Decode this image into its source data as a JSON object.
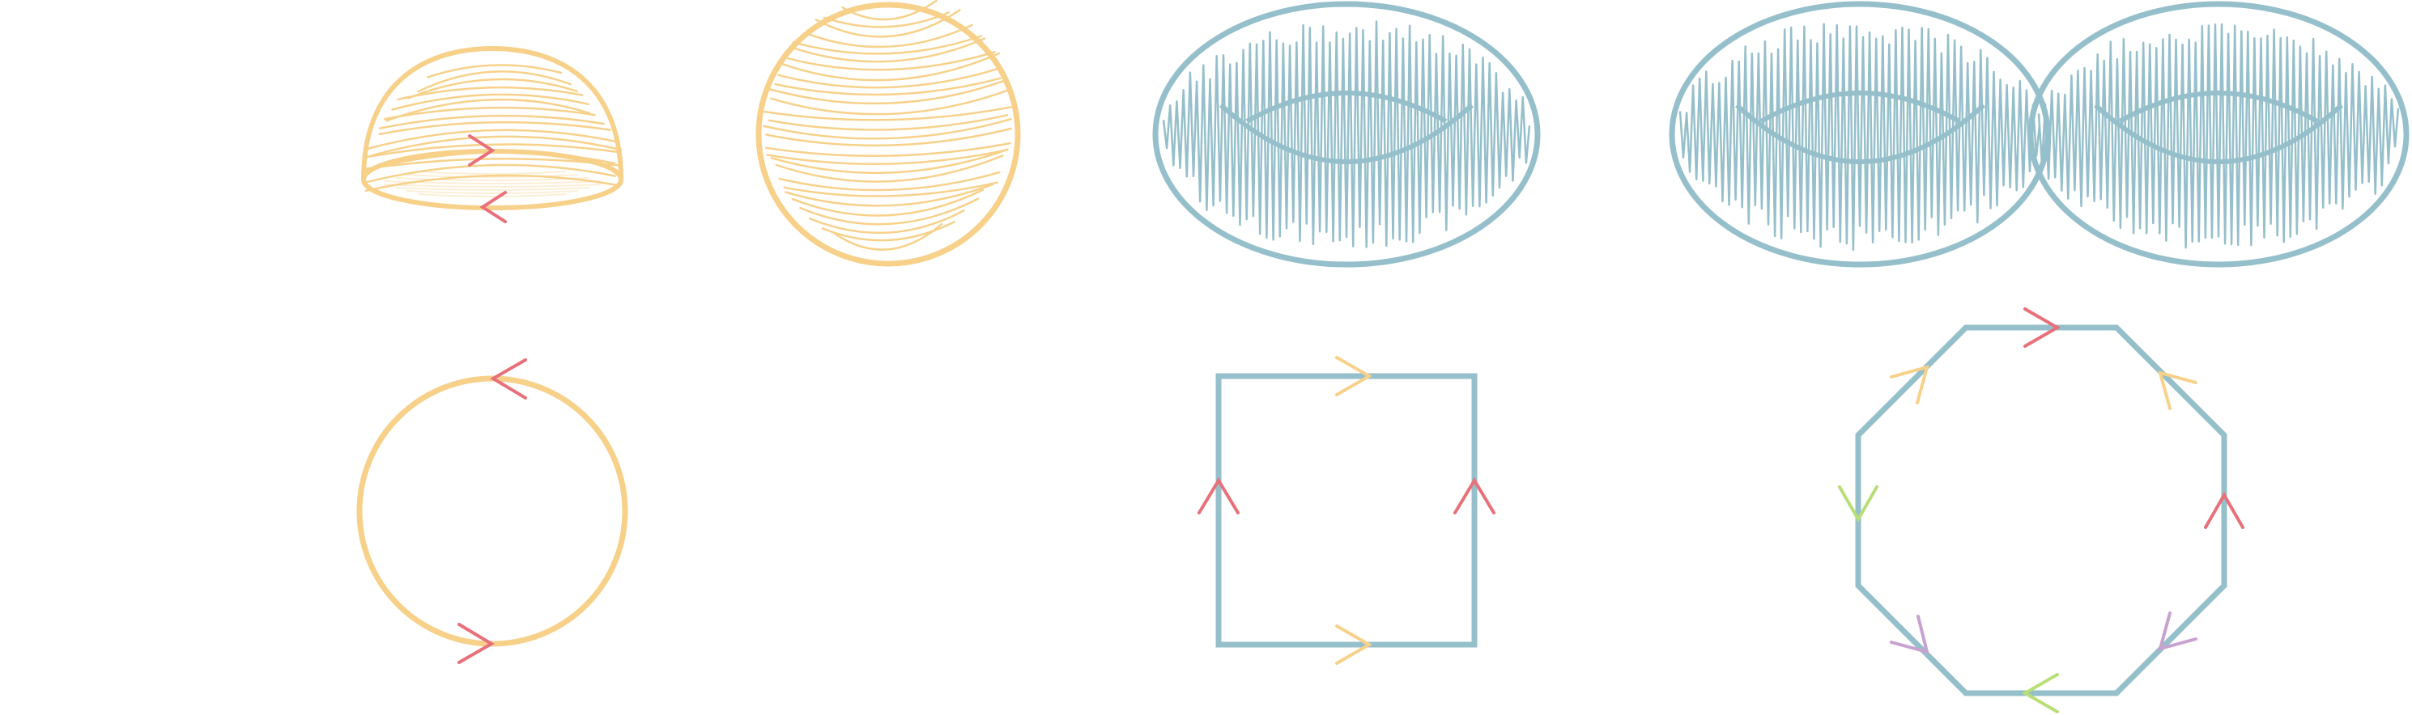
{
  "colors": {
    "background": "#ffffff",
    "sphere_yellow": "#f7d18a",
    "torus_blue": "#95bfca",
    "arrow_red": "#e7707a",
    "arrow_yellow": "#f7d18a",
    "arrow_green": "#b8de77",
    "arrow_purple": "#c7a2d0"
  },
  "figures": [
    {
      "name": "half-sphere-surface",
      "kind": "surface"
    },
    {
      "name": "sphere-surface",
      "kind": "surface"
    },
    {
      "name": "torus-surface",
      "kind": "surface"
    },
    {
      "name": "double-torus-surface",
      "kind": "surface"
    },
    {
      "name": "circle-polygon",
      "kind": "polygon",
      "edges": 2,
      "edge_labels": [
        "a",
        "a"
      ]
    },
    {
      "name": "square-polygon",
      "kind": "polygon",
      "edges": 4,
      "edge_labels": [
        "a",
        "b",
        "a",
        "b"
      ]
    },
    {
      "name": "octagon-polygon",
      "kind": "polygon",
      "edges": 8,
      "edge_labels": [
        "a",
        "b",
        "a",
        "b",
        "c",
        "d",
        "c",
        "d"
      ]
    }
  ]
}
